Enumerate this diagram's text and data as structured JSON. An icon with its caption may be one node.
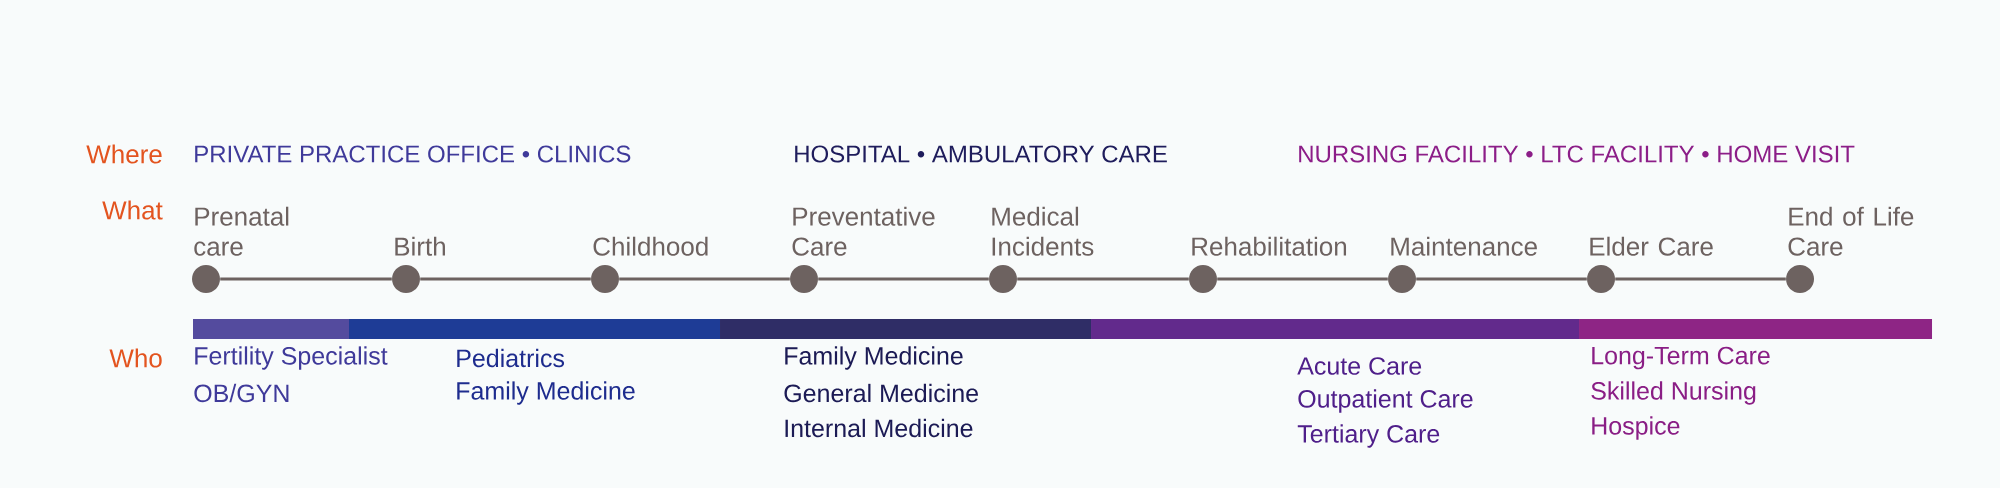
{
  "diagram": {
    "nodes": [
      {
        "text": [],
        "shape": "circle",
        "beside": [
          "Prenatal care"
        ]
      },
      {
        "text": [],
        "shape": "circle",
        "beside": [
          "Birth"
        ]
      },
      {
        "text": [],
        "shape": "circle",
        "beside": [
          "Childhood"
        ]
      },
      {
        "text": [],
        "shape": "circle",
        "beside": [
          "Preventative Care"
        ]
      },
      {
        "text": [],
        "shape": "circle",
        "beside": [
          "Medical Incidents"
        ]
      },
      {
        "text": [],
        "shape": "circle",
        "beside": [
          "Rehabilitation"
        ]
      },
      {
        "text": [],
        "shape": "circle",
        "beside": [
          "Maintenance"
        ]
      },
      {
        "text": [],
        "shape": "circle",
        "beside": [
          "Elder Care"
        ]
      },
      {
        "text": [],
        "shape": "circle",
        "beside": [
          "End of Life Care"
        ]
      },
      {
        "text": [],
        "shape": "bar",
        "beside": [
          "Fertility Specialist",
          "OB/GYN"
        ]
      },
      {
        "text": [],
        "shape": "bar",
        "beside": [
          "Pediatrics",
          "Family Medicine"
        ]
      },
      {
        "text": [],
        "shape": "bar",
        "beside": [
          "Family Medicine",
          "General Medicine",
          "Internal Medicine"
        ]
      },
      {
        "text": [],
        "shape": "bar",
        "beside": [
          "Acute Care",
          "Outpatient Care",
          "Tertiary Care"
        ]
      },
      {
        "text": [],
        "shape": "bar",
        "beside": [
          "Long-Term Care",
          "Skilled Nursing",
          "Hospice"
        ]
      }
    ],
    "edges": [
      {
        "from": 0,
        "to": 1,
        "arrow": "none"
      },
      {
        "from": 1,
        "to": 2,
        "arrow": "none"
      },
      {
        "from": 2,
        "to": 3,
        "arrow": "none"
      },
      {
        "from": 3,
        "to": 4,
        "arrow": "none"
      },
      {
        "from": 4,
        "to": 5,
        "arrow": "none"
      },
      {
        "from": 5,
        "to": 6,
        "arrow": "none"
      },
      {
        "from": 6,
        "to": 7,
        "arrow": "none"
      },
      {
        "from": 7,
        "to": 8,
        "arrow": "none"
      }
    ],
    "labels": [
      "Where",
      "PRIVATE PRACTICE OFFICE • CLINICS",
      "HOSPITAL • AMBULATORY CARE",
      "NURSING FACILITY • LTC FACILITY • HOME VISIT",
      "What",
      "Who"
    ]
  }
}
